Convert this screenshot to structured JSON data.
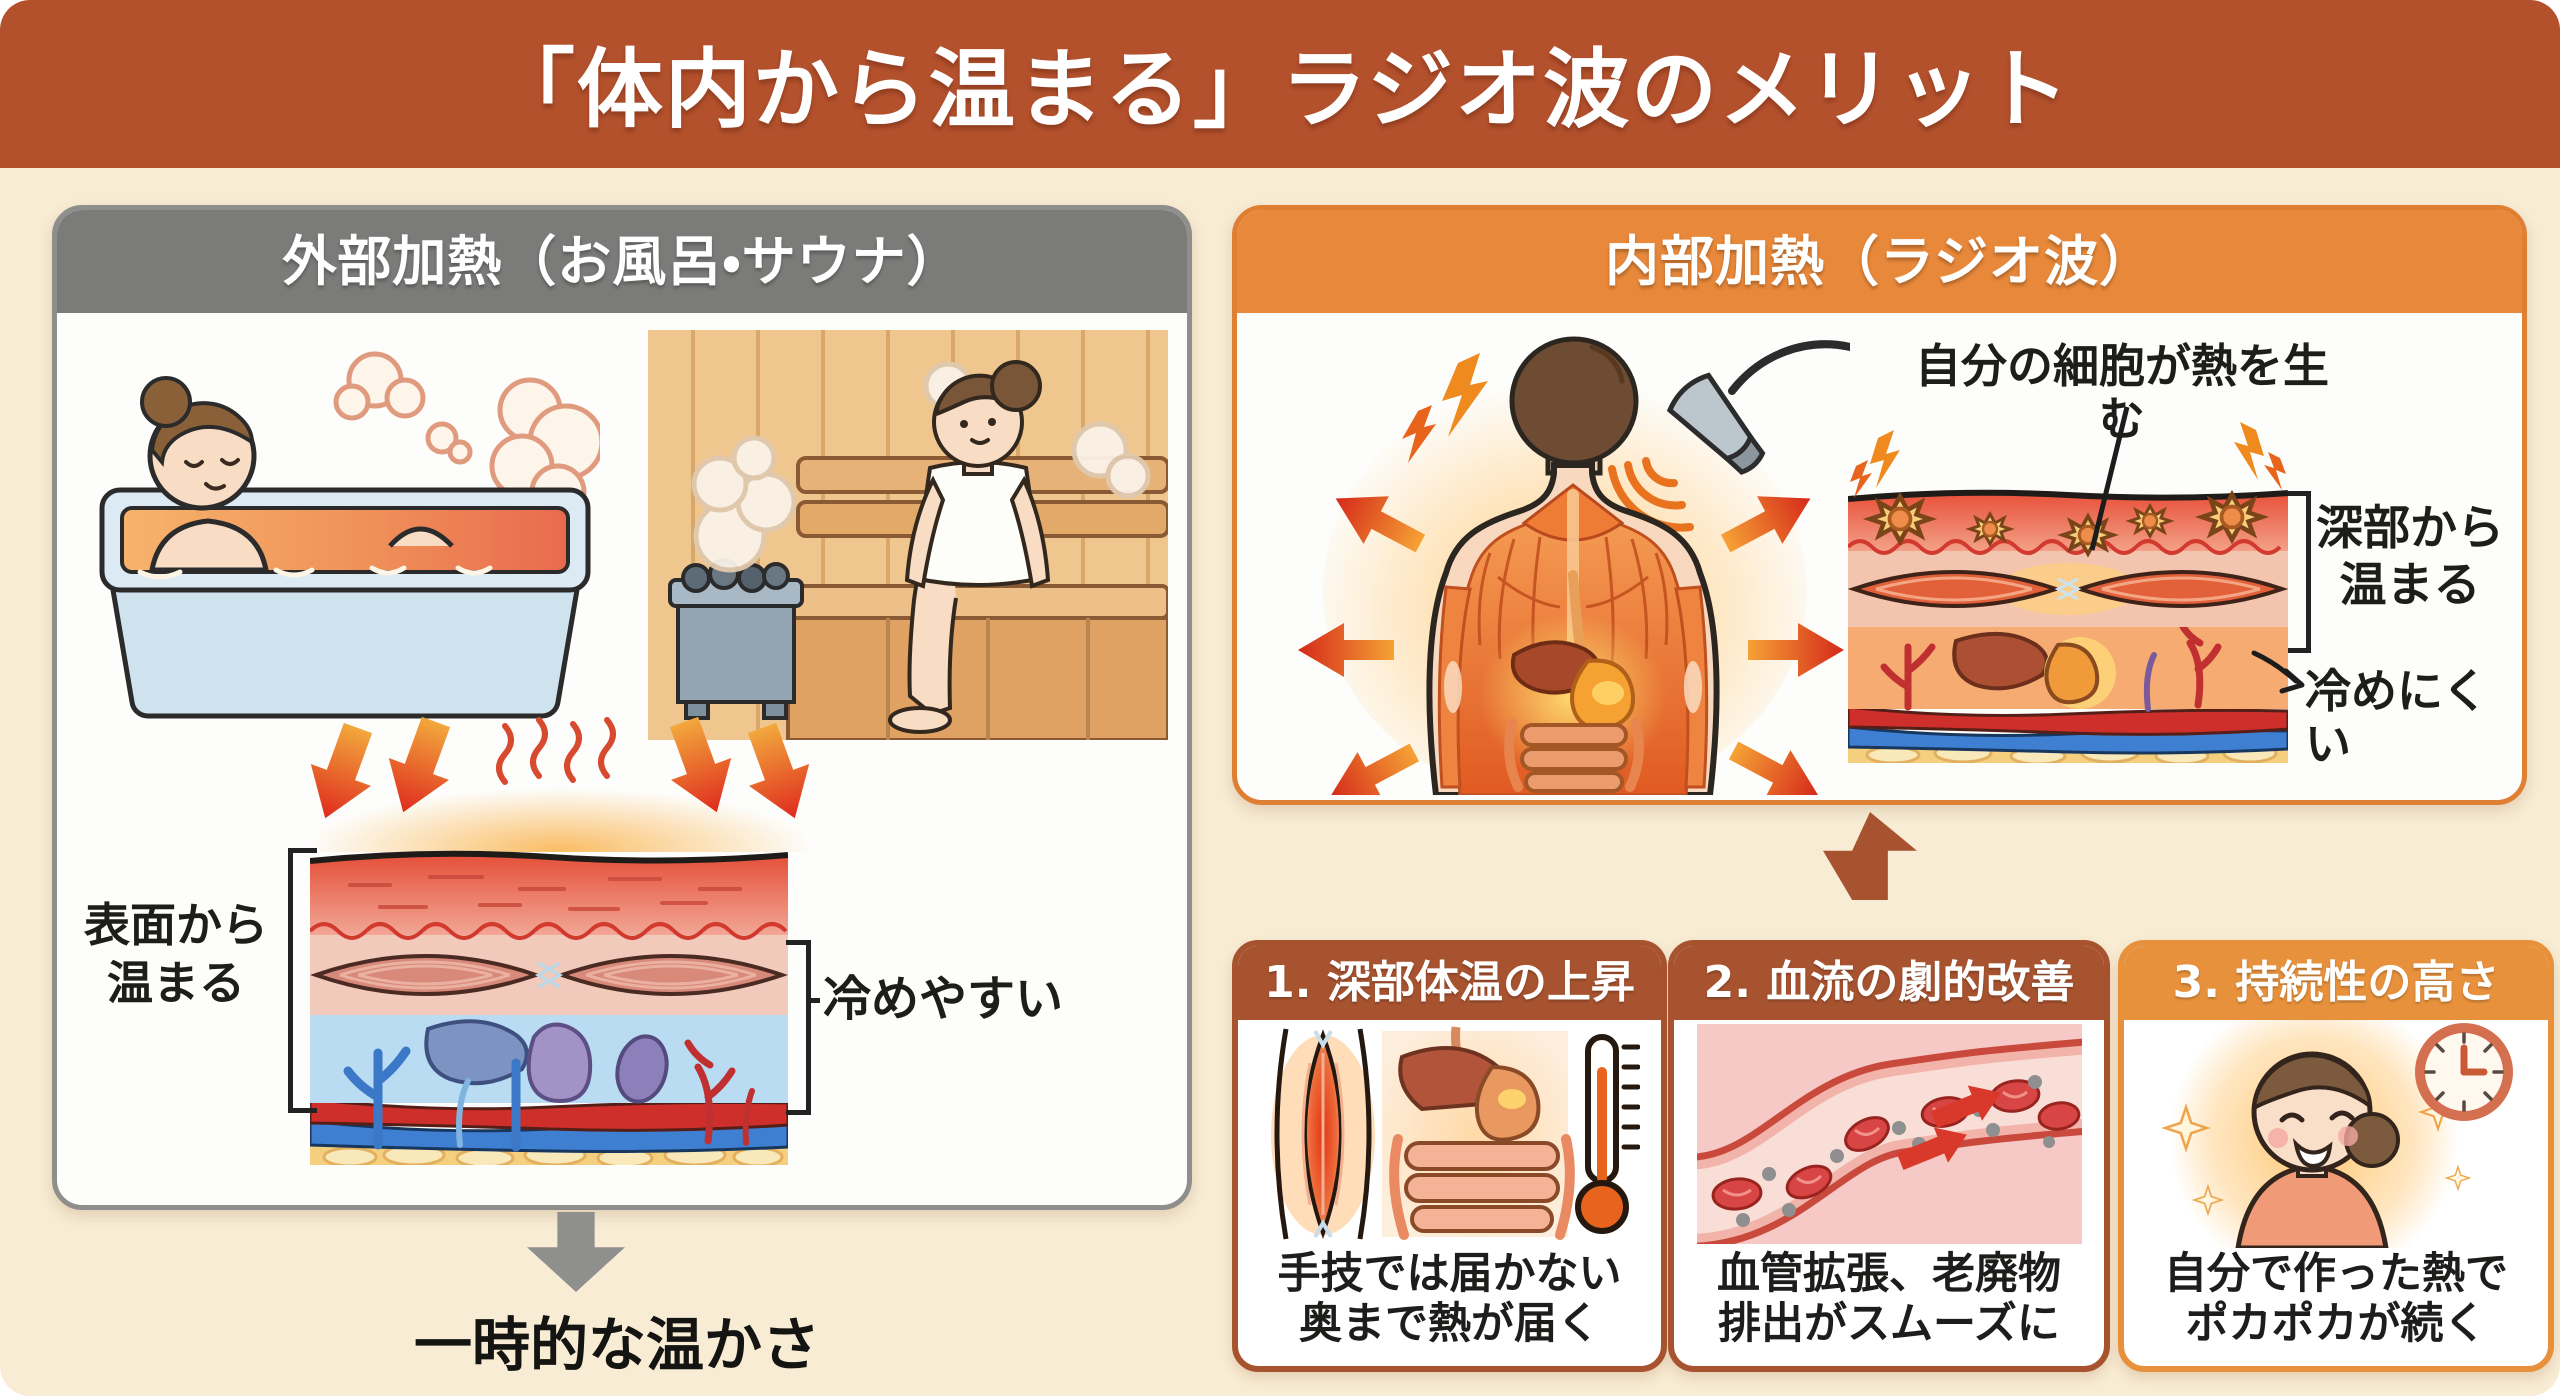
{
  "title": "「体内から温まる」ラジオ波のメリット",
  "colors": {
    "background": "#f8ecd4",
    "title_band": "#b4512d",
    "external_header": "#7b7b79",
    "internal_header": "#e8883a",
    "benefit_header_1": "#a8532f",
    "benefit_header_2": "#a8532f",
    "benefit_header_3": "#e8913c",
    "down_arrow": "#8f8f8d",
    "up_arrow": "#a8532f",
    "text_dark": "#1d1d1b"
  },
  "external_panel": {
    "header": "外部加熱（お風呂・サウナ）",
    "surface_label": [
      "表面から",
      "温まる"
    ],
    "cools_label": "冷めやすい",
    "conclusion": "一時的な温かさ"
  },
  "internal_panel": {
    "header": "内部加熱（ラジオ波）",
    "cells_label": "自分の細胞が熱を生む",
    "deep_label": [
      "深部から",
      "温まる"
    ],
    "retains_label": "冷めにくい"
  },
  "benefits": [
    {
      "title": "1. 深部体温の上昇",
      "caption": [
        "手技では届かない",
        "奥まで熱が届く"
      ],
      "icon": "muscle-organs-thermometer-icon"
    },
    {
      "title": "2. 血流の劇的改善",
      "caption": [
        "血管拡張、老廃物",
        "排出がスムーズに"
      ],
      "icon": "blood-vessel-flow-icon"
    },
    {
      "title": "3. 持続性の高さ",
      "caption": [
        "自分で作った熱で",
        "ポカポカが続く"
      ],
      "icon": "warm-woman-clock-icon"
    }
  ],
  "icons": {
    "bath_scene": "bath-scene-illustration",
    "sauna_scene": "sauna-scene-illustration",
    "heat_down_arrows": "external-heat-arrows",
    "tissue_cold": "tissue-cross-section-cold",
    "tissue_warm": "tissue-cross-section-warm",
    "back_figure": "muscular-back-figure",
    "probe": "radiowave-probe-icon",
    "down_arrow_glyph": "▼",
    "up_arrow_glyph": "▲",
    "clock": "clock-icon",
    "thermometer": "thermometer-icon"
  }
}
